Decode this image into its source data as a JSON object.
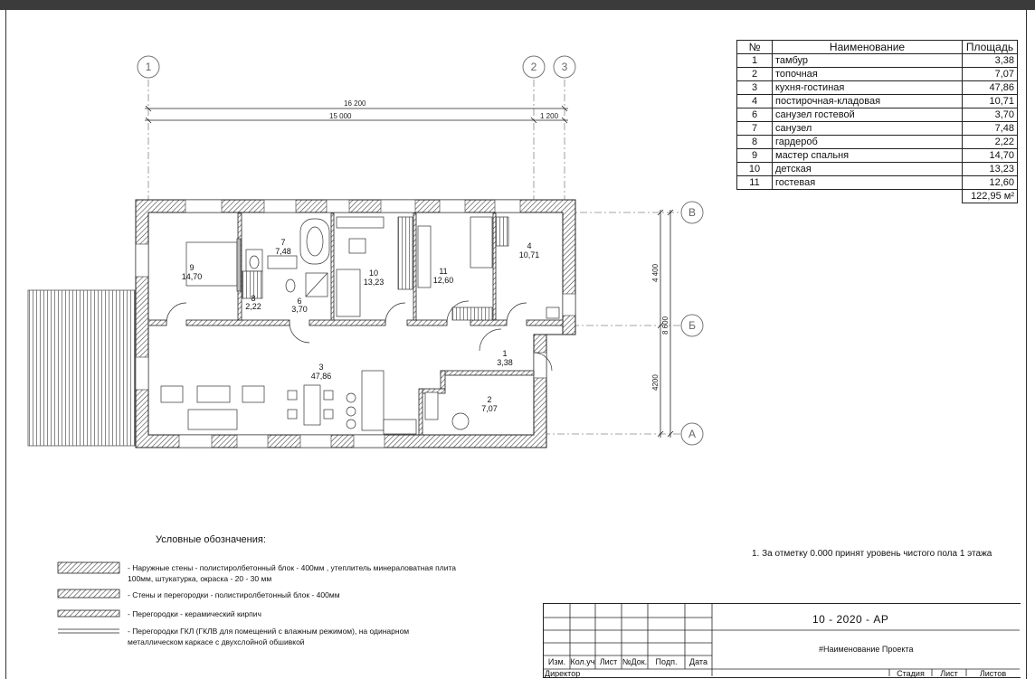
{
  "axes": {
    "a1": "1",
    "a2": "2",
    "a3": "3",
    "aB": "Б",
    "aV": "В",
    "aA": "А"
  },
  "dims": {
    "top_total": "16 200",
    "top_left": "15 000",
    "top_right": "1 200",
    "right_total": "8 600",
    "right_upper": "4 400",
    "right_lower": "4200"
  },
  "rooms_on_plan": [
    {
      "num": "9",
      "area": "14,70"
    },
    {
      "num": "7",
      "area": "7,48"
    },
    {
      "num": "8",
      "area": "2,22"
    },
    {
      "num": "6",
      "area": "3,70"
    },
    {
      "num": "10",
      "area": "13,23"
    },
    {
      "num": "11",
      "area": "12,60"
    },
    {
      "num": "4",
      "area": "10,71"
    },
    {
      "num": "1",
      "area": "3,38"
    },
    {
      "num": "3",
      "area": "47,86"
    },
    {
      "num": "2",
      "area": "7,07"
    }
  ],
  "table": {
    "headers": [
      "№",
      "Наименование",
      "Площадь"
    ],
    "rows": [
      {
        "num": "1",
        "name": "тамбур",
        "area": "3,38"
      },
      {
        "num": "2",
        "name": "топочная",
        "area": "7,07"
      },
      {
        "num": "3",
        "name": "кухня-гостиная",
        "area": "47,86"
      },
      {
        "num": "4",
        "name": "постирочная-кладовая",
        "area": "10,71"
      },
      {
        "num": "6",
        "name": "санузел гостевой",
        "area": "3,70"
      },
      {
        "num": "7",
        "name": "санузел",
        "area": "7,48"
      },
      {
        "num": "8",
        "name": "гардероб",
        "area": "2,22"
      },
      {
        "num": "9",
        "name": "мастер спальня",
        "area": "14,70"
      },
      {
        "num": "10",
        "name": "детская",
        "area": "13,23"
      },
      {
        "num": "11",
        "name": "гостевая",
        "area": "12,60"
      }
    ],
    "total": "122,95 м²"
  },
  "legend": {
    "title": "Условные обозначения:",
    "items": [
      "- Наружные стены - полистиролбетонный блок - 400мм , утеплитель минераловатная плита 100мм, штукатурка, окраска - 20 - 30 мм",
      "- Стены и перегородки - полистиролбетонный блок - 400мм",
      "- Перегородки - керамический кирпич",
      "- Перегородки ГКЛ (ГКЛВ для помещений с влажным режимом), на одинарном металлическом каркасе с двухслойной обшивкой"
    ]
  },
  "note": "1. За отметку 0.000 принят уровень чистого пола 1 этажа",
  "stamp": {
    "code": "10 - 2020 - АР",
    "project": "#Наименование Проекта",
    "cols": [
      "Изм.",
      "Кол.уч",
      "Лист",
      "№Док.",
      "Подп.",
      "Дата"
    ],
    "director": "Директор",
    "stage": "Стадия",
    "sheet": "Лист",
    "sheets": "Листов"
  }
}
